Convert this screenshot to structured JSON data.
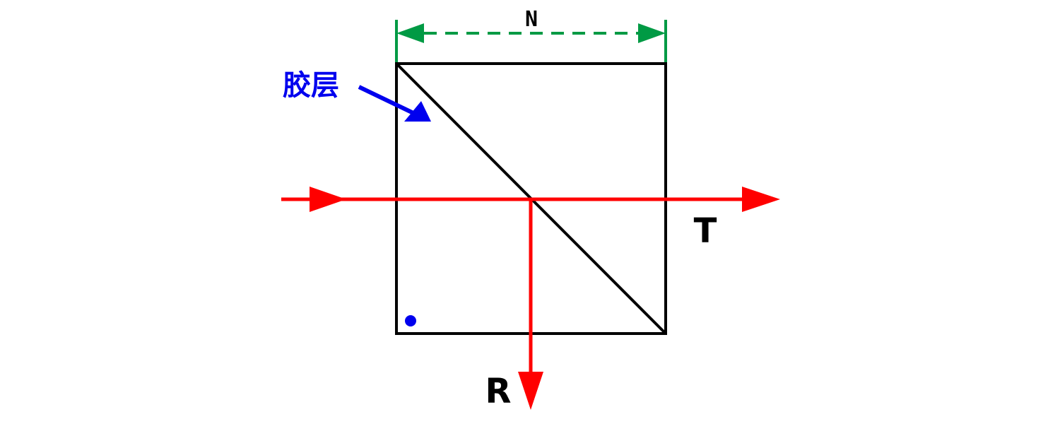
{
  "dimension": {
    "label": "N",
    "color": "#009a44"
  },
  "glue_layer": {
    "label": "胶层",
    "color": "#0000ee"
  },
  "beams": {
    "color": "#ff0000",
    "transmitted_label": "T",
    "reflected_label": "R"
  },
  "cube": {
    "color": "#000000"
  },
  "marker": {
    "color": "#0000ee"
  }
}
